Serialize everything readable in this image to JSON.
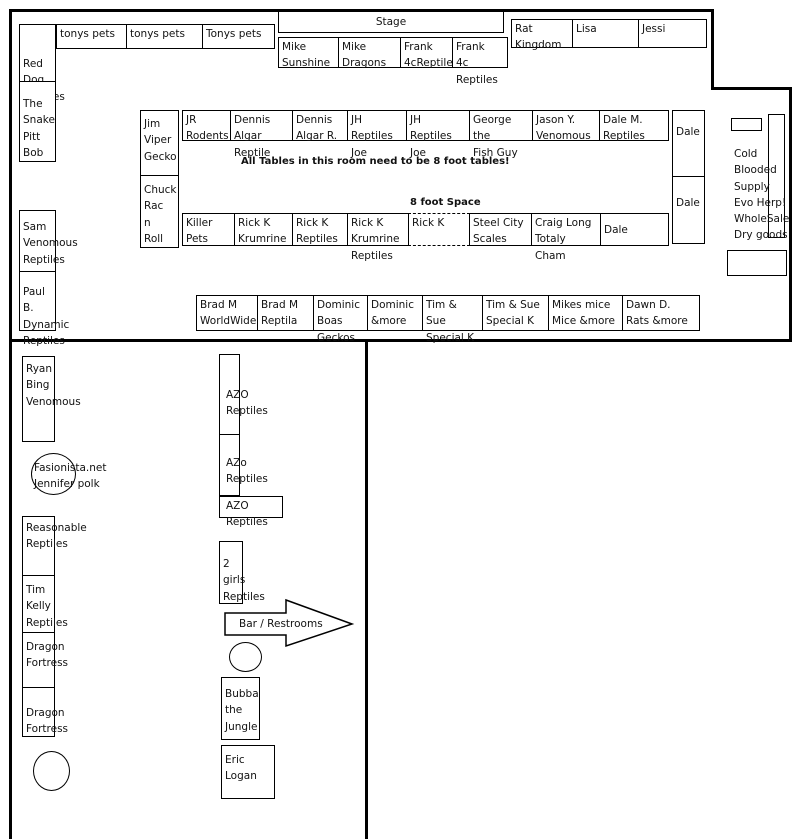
{
  "stage": "Stage",
  "note_tables": "All Tables in this room need to be 8 foot tables!",
  "note_space": "8 foot Space",
  "bar_restrooms": "Bar / Restrooms",
  "top_row": [
    "tonys pets",
    "tonys pets",
    "Tonys pets",
    "Mike\nSunshine",
    "Mike\nDragons",
    "Frank\n4cReptile",
    "Frank\n4c Reptiles",
    "Rat\nKingdom",
    "Lisa",
    "Jessi"
  ],
  "left_column": [
    "Red Dog Reptiles",
    "The Snake\nPitt\nBob",
    "Sam\nVenomous\nReptiles",
    "Paul B.\nDynamic Reptiles"
  ],
  "center_left": [
    "Jim\nViper\nGecko",
    "Chuck\nRac\nn\nRoll"
  ],
  "center_top": [
    "JR\nRodents",
    "Dennis\nAlgar Reptile",
    "Dennis\nAlgar R.",
    "JH Reptiles\nJoe",
    "JH Reptiles\nJoe",
    "George the\nFish Guy",
    "Jason Y.\nVenomous",
    "Dale M.\nReptiles"
  ],
  "center_bottom": [
    "Killer\nPets",
    "Rick K\nKrumrine",
    "Rick K\nReptiles",
    "Rick K\nKrumrine Reptiles",
    "Rick K",
    "Steel City\nScales",
    "Craig Long\nTotaly Cham",
    "Dale"
  ],
  "center_right": [
    "Dale",
    "Dale"
  ],
  "right_column": "Cold\nBlooded\nSupply\nEvo Herp!\nWholeSale\nDry goods",
  "bottom_row": [
    "Brad M\nWorldWide",
    "Brad M\nReptila",
    "Dominic\nBoas Geckos",
    "Dominic\n&more",
    "Tim & Sue\nSpecial K",
    "Tim & Sue\nSpecial K",
    "Mikes mice\nMice &more",
    "Dawn D.\nRats &more"
  ],
  "lower_left": [
    "Ryan\nBing\nVenomous",
    "Fasionista.net\nJennifer polk",
    "Reasonable\nReptiles",
    "Tim Kelly\nReptiles",
    "Dragon Fortress",
    "Dragon Fortress"
  ],
  "lower_center": [
    "AZO Reptiles",
    "AZo Reptiles",
    "AZO Reptiles",
    "2 girls Reptiles",
    "Bubba\nthe\nJungle",
    "Eric Logan"
  ]
}
